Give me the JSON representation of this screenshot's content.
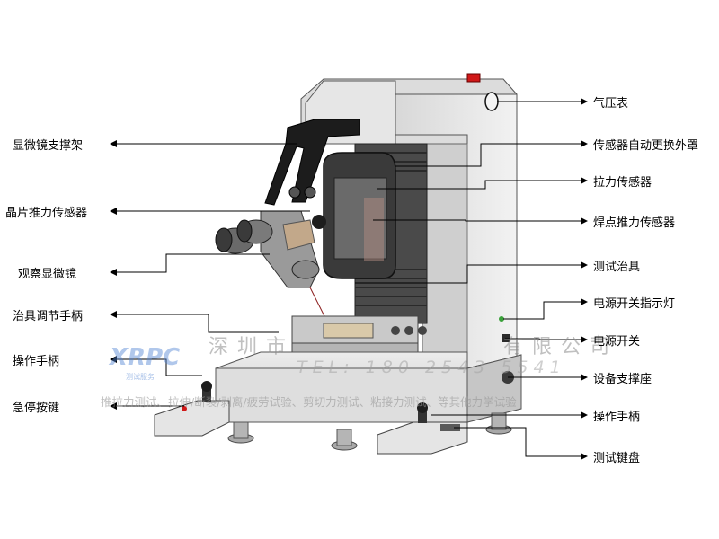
{
  "labels_left": [
    {
      "id": "mic-stand",
      "text": "显微镜支撑架"
    },
    {
      "id": "die-shear",
      "text": "晶片推力传感器"
    },
    {
      "id": "microscope",
      "text": "观察显微镜"
    },
    {
      "id": "fixture-knob",
      "text": "治具调节手柄"
    },
    {
      "id": "handle-left",
      "text": "操作手柄"
    },
    {
      "id": "estop",
      "text": "急停按键"
    }
  ],
  "labels_right": [
    {
      "id": "gauge",
      "text": "气压表"
    },
    {
      "id": "auto-cover",
      "text": "传感器自动更换外罩"
    },
    {
      "id": "pull-sensor",
      "text": "拉力传感器"
    },
    {
      "id": "ball-shear",
      "text": "焊点推力传感器"
    },
    {
      "id": "test-fixture",
      "text": "测试治具"
    },
    {
      "id": "power-lamp",
      "text": "电源开关指示灯"
    },
    {
      "id": "power-switch",
      "text": "电源开关"
    },
    {
      "id": "support-base",
      "text": "设备支撑座"
    },
    {
      "id": "handle-right",
      "text": "操作手柄"
    },
    {
      "id": "keypad",
      "text": "测试键盘"
    }
  ],
  "watermark": {
    "company": "深圳市",
    "company_tail": "有限公司",
    "tel": "TEL: 180  2543  5541",
    "tests": "推拉力测试、拉伸/断裂/剥离/疲劳试验、剪切力测试、粘接力测试、等其他力学试验",
    "logo": "XRPC",
    "logo_sub": "测试服务"
  },
  "colors": {
    "body": "#e9e9e9",
    "body_shade": "#cfcfcf",
    "dark": "#2b2b2b",
    "lamp": "#d01818",
    "wood": "#c8a47a"
  }
}
